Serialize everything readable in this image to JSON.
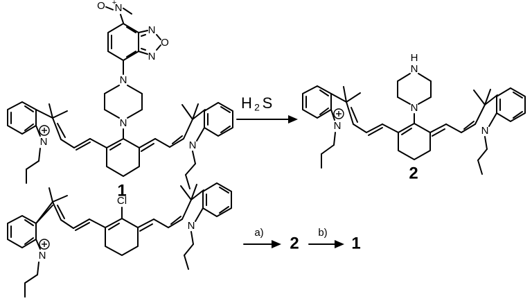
{
  "scheme": {
    "compound_1": {
      "label": "1",
      "atoms": {
        "nitro_n": "N",
        "nitro_o": "O",
        "oxadiazole_n_top": "N",
        "oxadiazole_o": "O",
        "oxadiazole_n_bottom": "N",
        "piperazine_n_top": "N",
        "piperazine_n_bottom": "N",
        "indolium_n_left": "N",
        "indole_n_right": "N"
      }
    },
    "compound_2": {
      "label": "2",
      "atoms": {
        "piperazine_nh_n": "N",
        "piperazine_nh_h": "H",
        "piperazine_n": "N",
        "indolium_n_left": "N",
        "indole_n_right": "N"
      }
    },
    "precursor": {
      "atoms": {
        "chlorine": "Cl",
        "indolium_n_left": "N",
        "indole_n_right": "N"
      }
    },
    "reaction_1": {
      "reagent_main": "H",
      "reagent_sub": "2",
      "reagent_tail": "S"
    },
    "reaction_2": {
      "step_a": "a)",
      "product_a": "2",
      "step_b": "b)",
      "product_b": "1"
    }
  }
}
